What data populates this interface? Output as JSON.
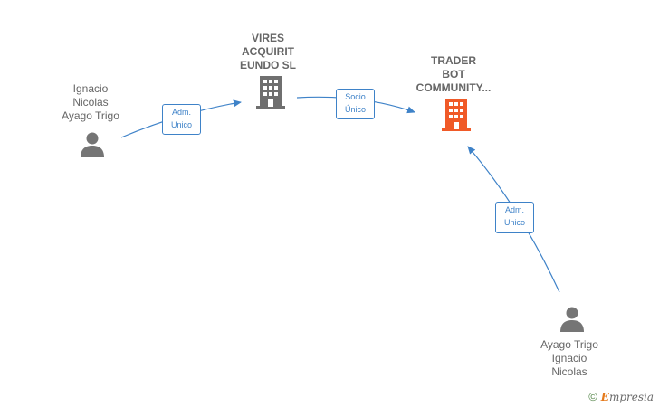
{
  "nodes": {
    "person_left": {
      "lines": [
        "Ignacio",
        "Nicolas",
        "Ayago Trigo"
      ]
    },
    "company_vires": {
      "lines": [
        "VIRES",
        "ACQUIRIT",
        "EUNDO  SL"
      ]
    },
    "company_trader": {
      "lines": [
        "TRADER",
        "BOT",
        "COMMUNITY..."
      ]
    },
    "person_right": {
      "lines": [
        "Ayago Trigo",
        "Ignacio",
        "Nicolas"
      ]
    }
  },
  "edges": {
    "left_to_vires": {
      "lines": [
        "Adm.",
        "Unico"
      ]
    },
    "vires_to_trader": {
      "lines": [
        "Socio",
        "Único"
      ]
    },
    "right_to_trader": {
      "lines": [
        "Adm.",
        "Unico"
      ]
    }
  },
  "colors": {
    "edge": "#3e82c8",
    "person_icon": "#757575",
    "company_icon": "#6f6f6f",
    "target_company_icon": "#f05a28",
    "label_text": "#666666"
  },
  "watermark": {
    "copyright": "©",
    "brand_first": "E",
    "brand_rest": "mpresia"
  }
}
